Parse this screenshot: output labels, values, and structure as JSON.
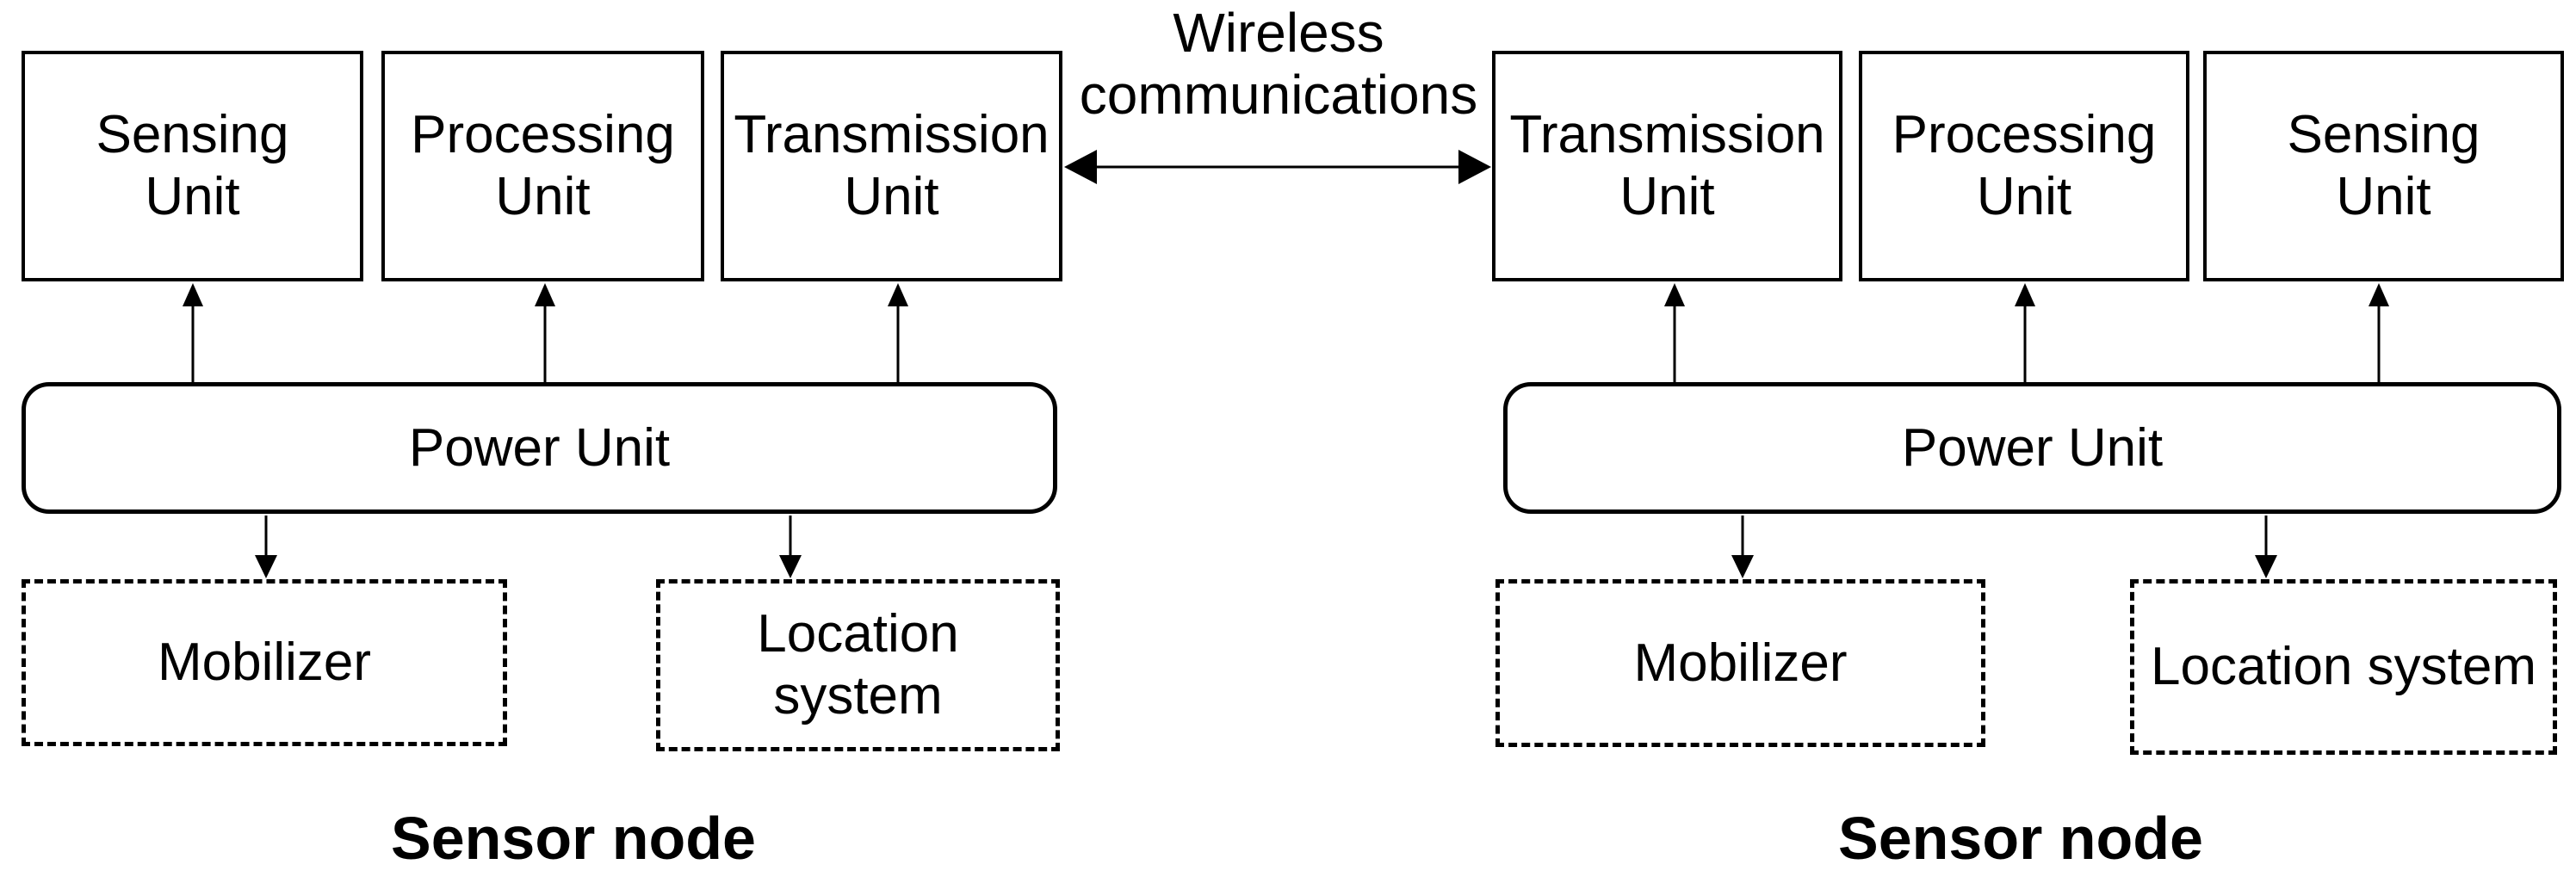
{
  "connector": {
    "label": "Wireless\ncommunications"
  },
  "left_node": {
    "units": [
      {
        "label": "Sensing\nUnit"
      },
      {
        "label": "Processing\nUnit"
      },
      {
        "label": "Transmission\nUnit"
      }
    ],
    "power_unit": {
      "label": "Power Unit"
    },
    "peripherals": [
      {
        "label": "Mobilizer"
      },
      {
        "label": "Location\nsystem"
      }
    ],
    "caption": "Sensor node"
  },
  "right_node": {
    "units": [
      {
        "label": "Transmission\nUnit"
      },
      {
        "label": "Processing\nUnit"
      },
      {
        "label": "Sensing\nUnit"
      }
    ],
    "power_unit": {
      "label": "Power Unit"
    },
    "peripherals": [
      {
        "label": "Mobilizer"
      },
      {
        "label": "Location system"
      }
    ],
    "caption": "Sensor node"
  },
  "colors": {
    "line": "#000000",
    "background": "#ffffff",
    "text": "#000000"
  }
}
